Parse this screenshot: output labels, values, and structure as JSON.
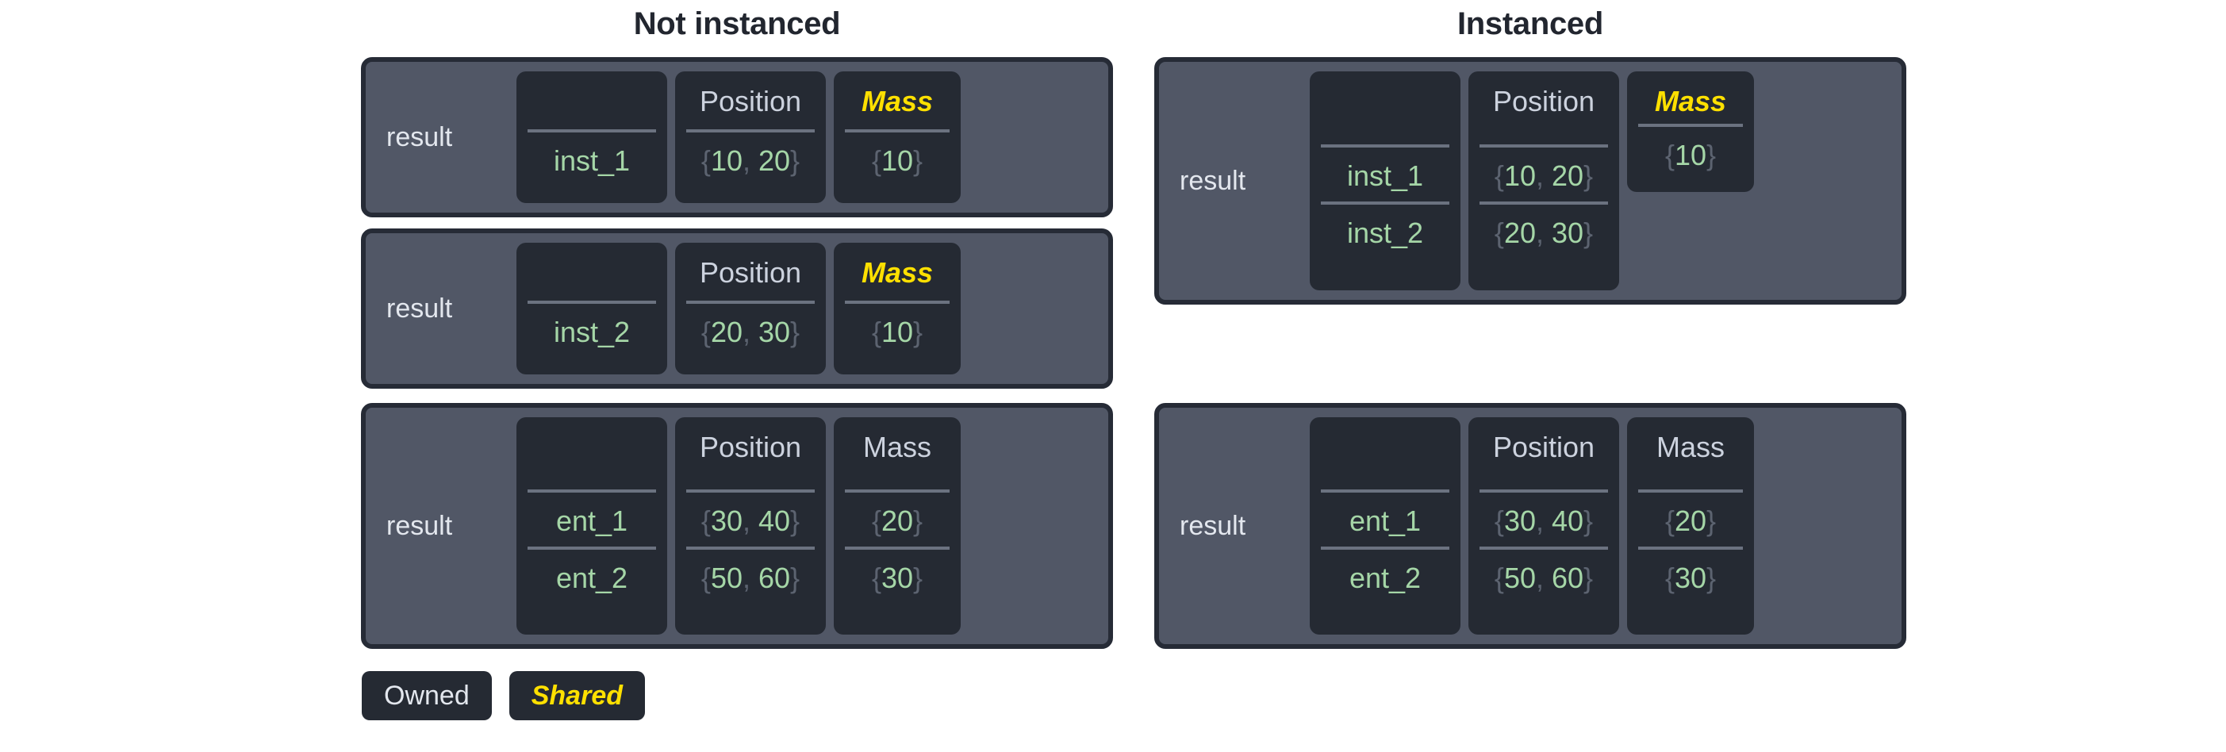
{
  "colors": {
    "page_background": "#ffffff",
    "block_border": "#262b36",
    "block_background": "#515766",
    "card_background": "#252a33",
    "owned_text": "#ccd2de",
    "shared_text": "#ffe000",
    "value_green": "#a5d6a7",
    "brace_gray": "#5c6370",
    "separator": "#6b7280",
    "title_text": "#22262f"
  },
  "headings": {
    "left": "Not instanced",
    "right": "Instanced"
  },
  "columns": {
    "name_header": "",
    "position_header": "Position",
    "mass_header": "Mass"
  },
  "owner_label": "result",
  "not_instanced": {
    "blocks": [
      {
        "owner": "result",
        "mass_shared": true,
        "rows": [
          {
            "name": "inst_1",
            "position": "{10, 20}",
            "mass": "{10}"
          }
        ]
      },
      {
        "owner": "result",
        "mass_shared": true,
        "rows": [
          {
            "name": "inst_2",
            "position": "{20, 30}",
            "mass": "{10}"
          }
        ]
      },
      {
        "owner": "result",
        "mass_shared": false,
        "rows": [
          {
            "name": "ent_1",
            "position": "{30, 40}",
            "mass": "{20}"
          },
          {
            "name": "ent_2",
            "position": "{50, 60}",
            "mass": "{30}"
          }
        ]
      }
    ]
  },
  "instanced": {
    "blocks": [
      {
        "owner": "result",
        "mass_shared": true,
        "mass_spans_single_row": true,
        "rows": [
          {
            "name": "inst_1",
            "position": "{10, 20}"
          },
          {
            "name": "inst_2",
            "position": "{20, 30}"
          }
        ],
        "shared_mass": "{10}"
      },
      {
        "owner": "result",
        "mass_shared": false,
        "mass_spans_single_row": false,
        "rows": [
          {
            "name": "ent_1",
            "position": "{30, 40}",
            "mass": "{20}"
          },
          {
            "name": "ent_2",
            "position": "{50, 60}",
            "mass": "{30}"
          }
        ]
      }
    ]
  },
  "legend": {
    "owned": "Owned",
    "shared": "Shared"
  }
}
